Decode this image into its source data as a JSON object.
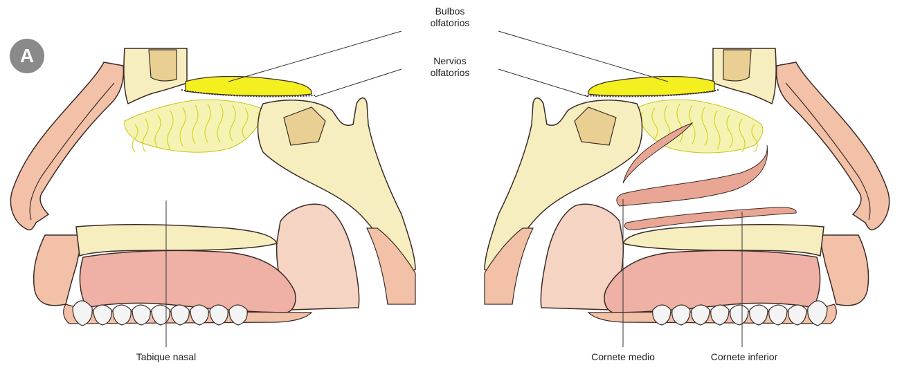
{
  "panel": {
    "letter": "A"
  },
  "labels": {
    "olfactory_bulbs_line1": "Bulbos",
    "olfactory_bulbs_line2": "olfatorios",
    "olfactory_nerves_line1": "Nervios",
    "olfactory_nerves_line2": "olfatorios",
    "nasal_septum": "Tabique nasal",
    "middle_turbinate": "Cornete medio",
    "inferior_turbinate": "Cornete inferior"
  },
  "colors": {
    "skin": "#f2c1a8",
    "skin_outline": "#3a2a25",
    "bone": "#f6eebf",
    "bone_dark": "#e9cf91",
    "soft_tissue": "#f6d4c3",
    "palate_pink": "#efb0a6",
    "bulb_yellow": "#f4ef1e",
    "nerve_yellow": "#d8d31c",
    "teeth": "#f4f4f4",
    "turbinate": "#e9a694",
    "badge": "#8a8a8a"
  }
}
